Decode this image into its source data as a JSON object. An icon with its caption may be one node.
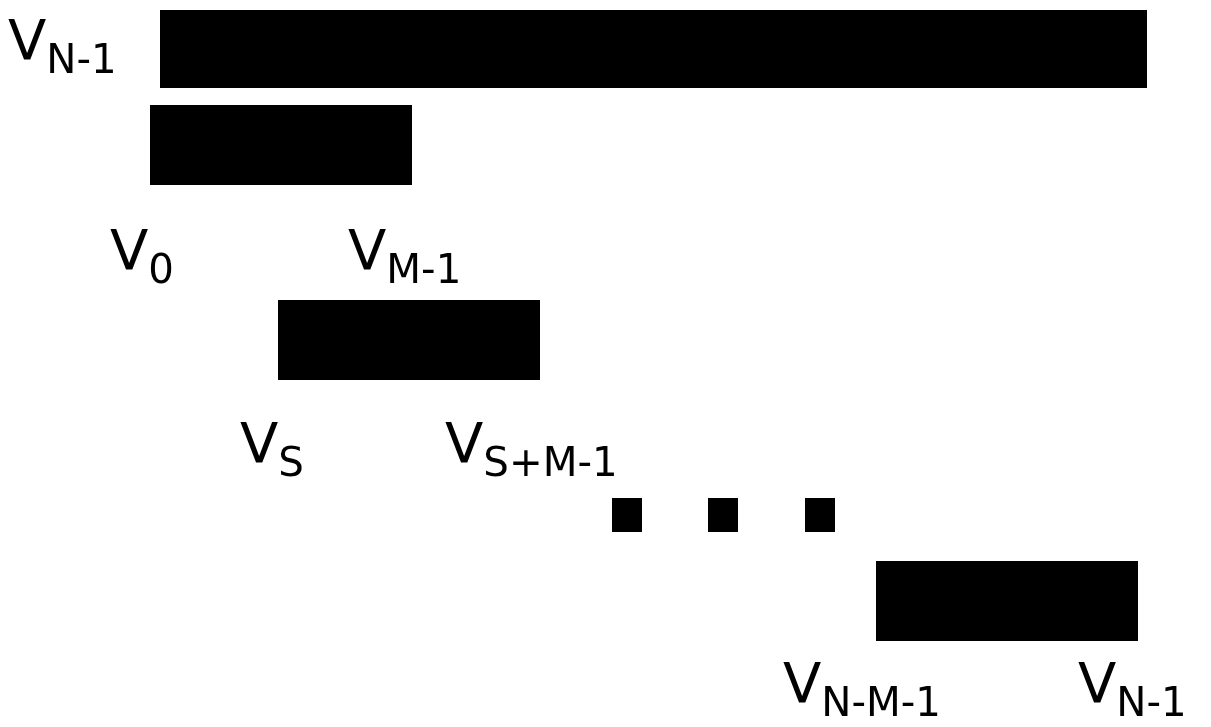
{
  "diagram": {
    "nodes": [
      {
        "text": [],
        "shape": "bar",
        "beside": [
          "V$_{N-1}$"
        ]
      },
      {
        "text": [],
        "shape": "bar",
        "beside": [
          "V$_{0}$",
          "V$_{M-1}$"
        ]
      },
      {
        "text": [],
        "shape": "bar",
        "beside": [
          "V$_{S}$",
          "V$_{S+M-1}$"
        ]
      },
      {
        "text": [],
        "shape": "bar",
        "beside": [
          "V$_{N-M-1}$",
          "V$_{N-1}$"
        ]
      }
    ]
  }
}
